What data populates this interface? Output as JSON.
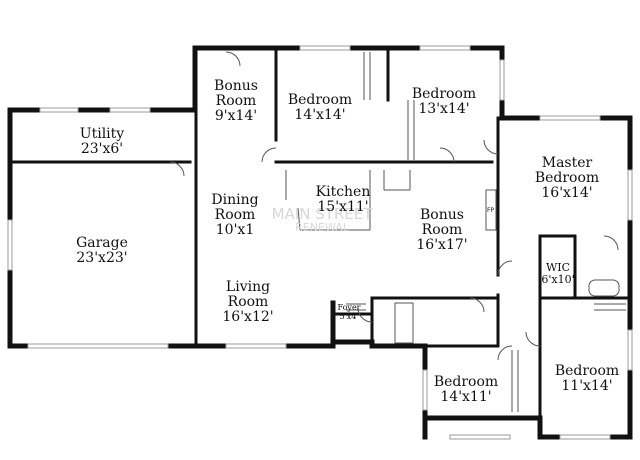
{
  "rooms": {
    "bonus_room_1": {
      "name": "Bonus\nRoom",
      "dim": "9'x14'"
    },
    "bedroom_1": {
      "name": "Bedroom",
      "dim": "14'x14'"
    },
    "bedroom_2": {
      "name": "Bedroom",
      "dim": "13'x14'"
    },
    "utility": {
      "name": "Utility",
      "dim": "23'x6'"
    },
    "master_bedroom": {
      "name": "Master\nBedroom",
      "dim": "16'x14'"
    },
    "kitchen": {
      "name": "Kitchen",
      "dim": "15'x11'"
    },
    "dining": {
      "name": "Dining\nRoom",
      "dim": "10'x1"
    },
    "bonus_room_2": {
      "name": "Bonus\nRoom",
      "dim": "16'x17'"
    },
    "garage": {
      "name": "Garage",
      "dim": "23'x23'"
    },
    "wic": {
      "name": "WIC",
      "dim": "6'x10'"
    },
    "living_room": {
      "name": "Living\nRoom",
      "dim": "16'x12'"
    },
    "foyer": {
      "name": "Foyer",
      "dim": "5'x4'"
    },
    "bedroom_3": {
      "name": "Bedroom",
      "dim": "14'x11'"
    },
    "bedroom_4": {
      "name": "Bedroom",
      "dim": "11'x14'"
    }
  },
  "fixtures": {
    "fireplace": "FP"
  },
  "watermark": {
    "line1": "MAIN STREET",
    "line2": "RENEWAL"
  }
}
